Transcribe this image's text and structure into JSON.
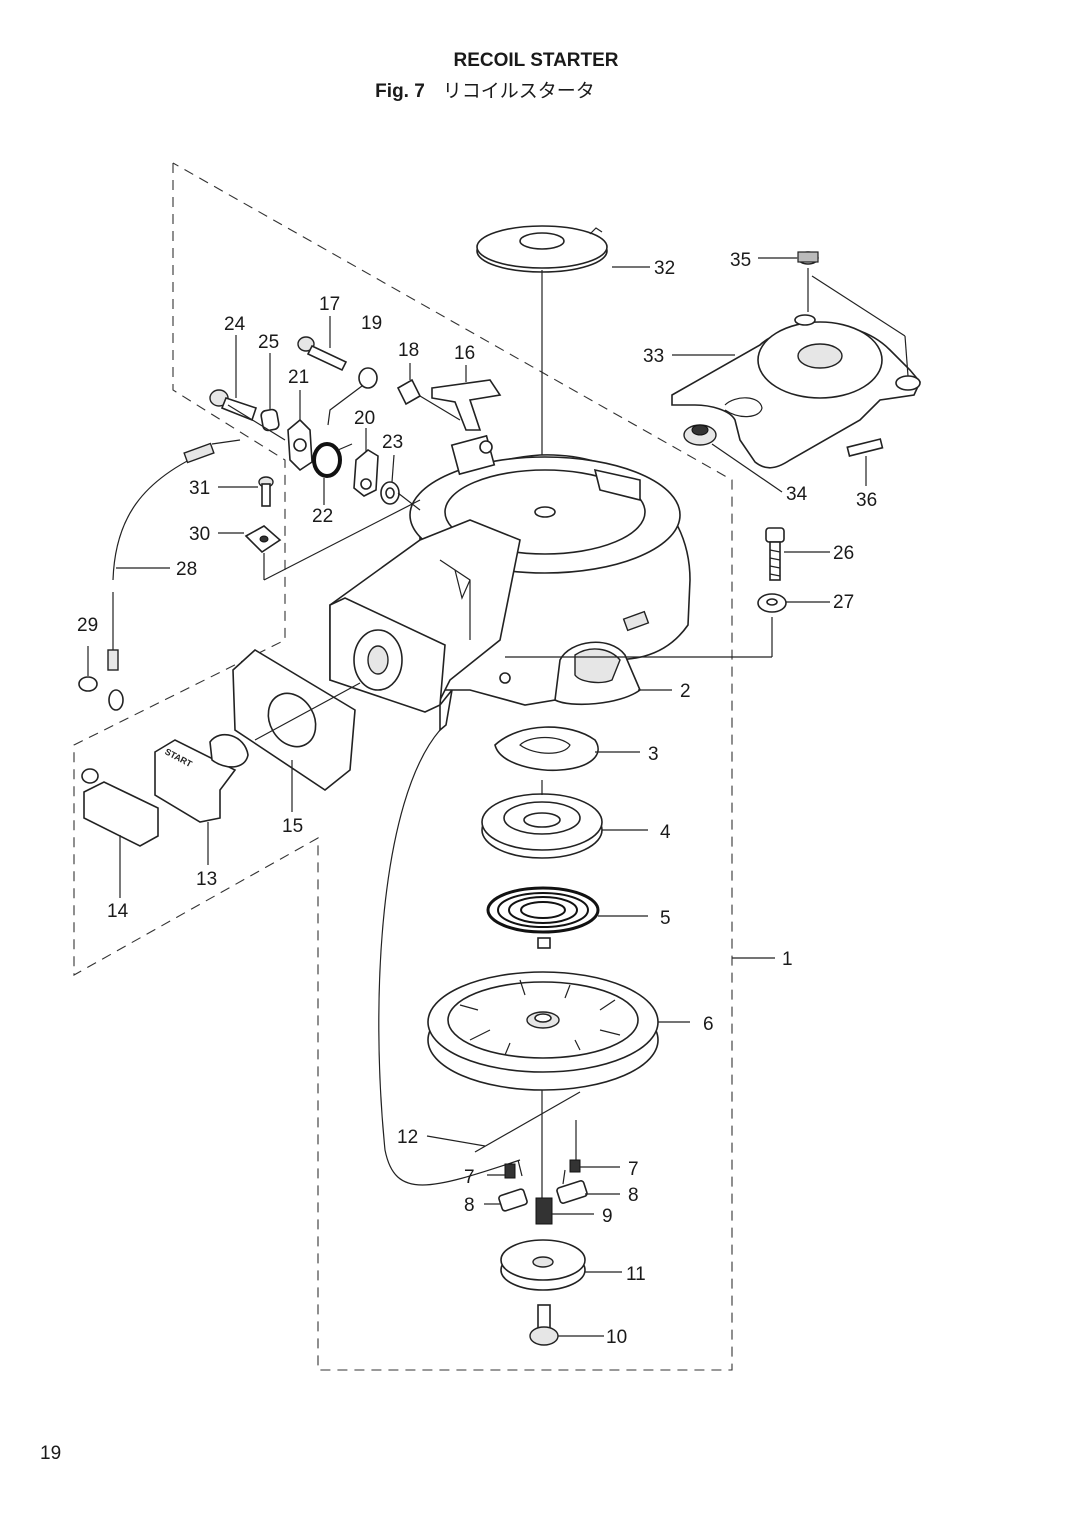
{
  "header": {
    "title": "RECOIL STARTER",
    "fig_number": "Fig. 7",
    "fig_title_jp": "リコイルスタータ"
  },
  "page_number": "19",
  "callouts": [
    "1",
    "2",
    "3",
    "4",
    "5",
    "6",
    "7",
    "7",
    "8",
    "8",
    "9",
    "10",
    "11",
    "12",
    "13",
    "14",
    "15",
    "16",
    "17",
    "18",
    "19",
    "20",
    "21",
    "22",
    "23",
    "24",
    "25",
    "26",
    "27",
    "28",
    "29",
    "30",
    "31",
    "32",
    "33",
    "34",
    "35",
    "36"
  ],
  "grip_text": "START"
}
